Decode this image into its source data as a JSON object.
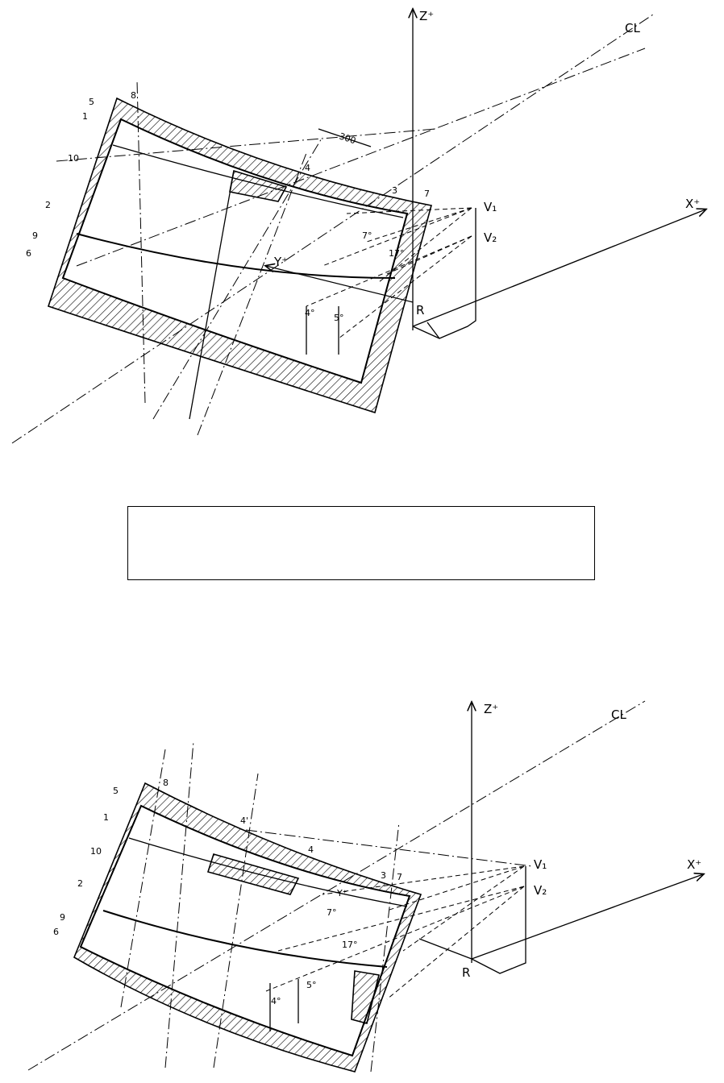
{
  "diagrams": [
    {
      "axis_z": "Z⁺",
      "axis_x": "X⁺",
      "axis_y": "Y⁺",
      "centerline": "CL",
      "origin": "R",
      "v1": "V₁",
      "v2": "V₂",
      "dimension": "300",
      "angles": [
        "7°",
        "17°",
        "5°",
        "4°"
      ],
      "section_marks": [
        "5",
        "8",
        "1",
        "10",
        "2",
        "9",
        "6",
        "4",
        "3",
        "7"
      ]
    },
    {
      "axis_z": "Z⁺",
      "axis_x": "X⁺",
      "axis_y": "Y⁺",
      "centerline": "CL",
      "origin": "R",
      "v1": "V₁",
      "v2": "V₂",
      "angles": [
        "7°",
        "17°",
        "5°",
        "4°"
      ],
      "section_marks": [
        "5",
        "8",
        "1",
        "4'",
        "10",
        "4",
        "2",
        "9",
        "6",
        "3",
        "7"
      ]
    }
  ],
  "note_box_text": ""
}
